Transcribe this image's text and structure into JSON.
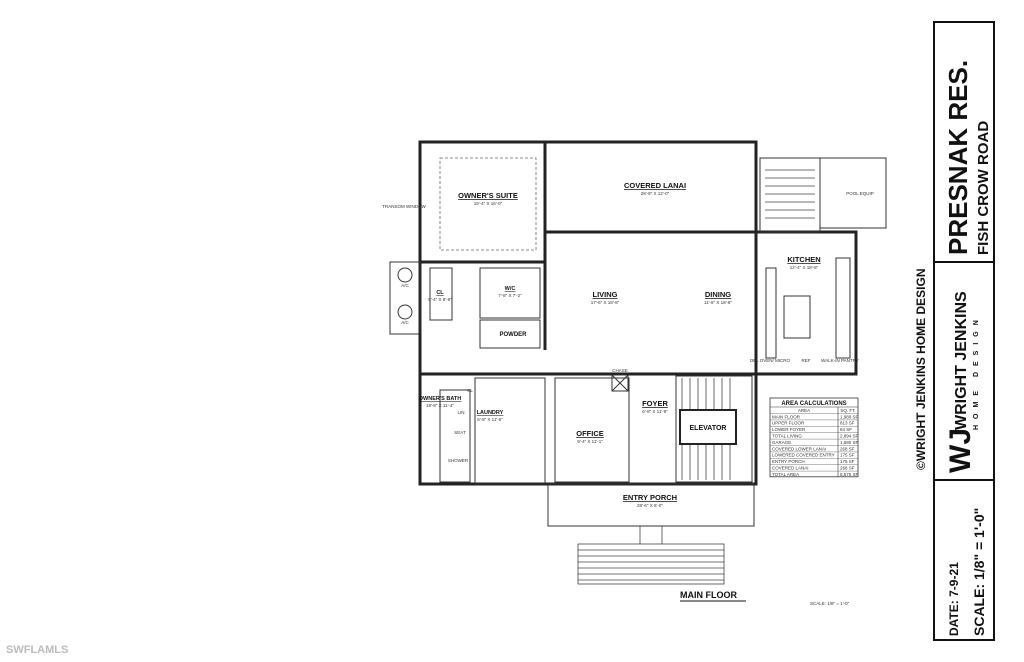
{
  "drawing_title": "MAIN FLOOR",
  "drawing_scale": "SCALE: 1/8\" = 1'-0\"",
  "rooms": [
    {
      "name": "OWNER'S SUITE",
      "dims": "15'-4\" X 16'-0\""
    },
    {
      "name": "COVERED LANAI",
      "dims": "28'-8\" X 12'-0\""
    },
    {
      "name": "LIVING",
      "dims": "17'-6\" X 18'-8\""
    },
    {
      "name": "DINING",
      "dims": "11'-6\" X 18'-8\""
    },
    {
      "name": "KITCHEN",
      "dims": "12'-4\" X 18'-8\""
    },
    {
      "name": "W/C",
      "dims": "7'-8\" X 7'-2\""
    },
    {
      "name": "CL",
      "dims": "5'-4\" X 8'-8\""
    },
    {
      "name": "OWNER'S BATH",
      "dims": "18'-8\" X 11'-4\""
    },
    {
      "name": "LAUNDRY",
      "dims": "6'-8\" X 11'-6\""
    },
    {
      "name": "OFFICE",
      "dims": "9'-4\" X 11'-1\""
    },
    {
      "name": "FOYER",
      "dims": "6'-8\" X 11'-9\""
    },
    {
      "name": "ENTRY PORCH",
      "dims": "28'-6\" X 6'-0\""
    }
  ],
  "small_labels": {
    "powder": "POWDER",
    "elevator": "ELEVATOR",
    "transom": "TRANSOM WINDOW",
    "ac1": "A/C",
    "ac2": "A/C",
    "pool_equip": "POOL EQUIP",
    "chase": "CHASE",
    "walkin_pantry": "WALK-IN PANTRY",
    "oven": "DBL OVEN/ MICRO",
    "ref": "REF",
    "seat": "SEAT",
    "shower": "SHOWER",
    "lin": "LIN",
    "cl2": "CL"
  },
  "area_calculations": {
    "title": "AREA CALCULATIONS",
    "headers": [
      "AREA",
      "SQ. FT."
    ],
    "rows": [
      [
        "MAIN FLOOR",
        "1,980 SF"
      ],
      [
        "UPPER FLOOR",
        "813 SF"
      ],
      [
        "LOWER FOYER",
        "84 SF"
      ],
      [
        "TOTAL LIVING",
        "2,894 SF"
      ],
      [
        "GARAGE",
        "1,580 SF"
      ],
      [
        "COVERED LOWER LANAI",
        "268 SF"
      ],
      [
        "LOWERED COVERED ENTRY",
        "175 SF"
      ],
      [
        "ENTRY PORCH",
        "175 SF"
      ],
      [
        "COVERED LANAI",
        "268 SF"
      ],
      [
        "TOTAL AREA",
        "5,575 SF"
      ]
    ]
  },
  "title_block": {
    "copyright": "©WRIGHT JENKINS HOME DESIGN",
    "project": "PRESNAK RES.",
    "address": "FISH CROW ROAD",
    "logo_mark": "WJ",
    "firm_name": "WRIGHT JENKINS",
    "firm_sub": "HOME DESIGN",
    "date": "DATE: 7-9-21",
    "scale": "SCALE: 1/8\" = 1'-0\""
  },
  "watermark": "SWFLAMLS"
}
